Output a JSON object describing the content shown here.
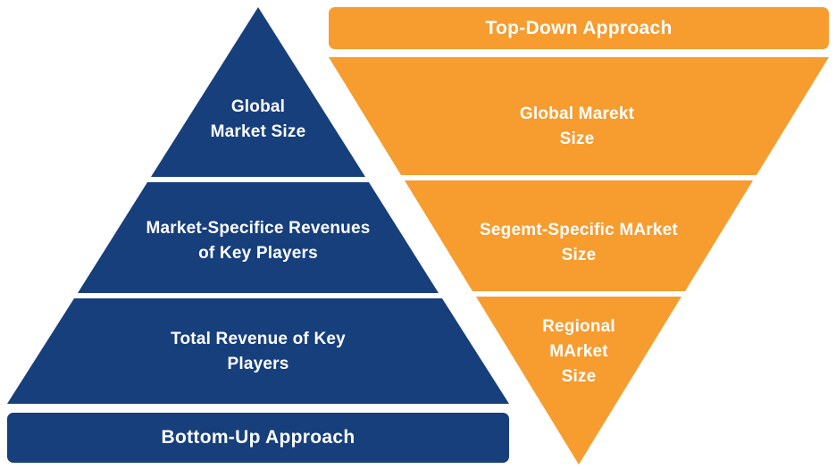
{
  "colors": {
    "navy": "#163F7C",
    "orange": "#F79C2F",
    "label_text": "#FFFFFF",
    "background": "#FFFFFF"
  },
  "bottom_up": {
    "approach_label": "Bottom-Up Approach",
    "tiers": [
      {
        "line1": "Global",
        "line2": "Market Size"
      },
      {
        "line1": "Market-Specifice Revenues",
        "line2": "of Key Players"
      },
      {
        "line1": "Total Revenue of Key",
        "line2": "Players"
      }
    ]
  },
  "top_down": {
    "approach_label": "Top-Down Approach",
    "tiers": [
      {
        "line1": "Global Marekt",
        "line2": "Size"
      },
      {
        "line1": "Segemt-Specific MArket",
        "line2": "Size"
      },
      {
        "line1": "Regional",
        "line2": "MArket",
        "line3": "Size"
      }
    ]
  }
}
